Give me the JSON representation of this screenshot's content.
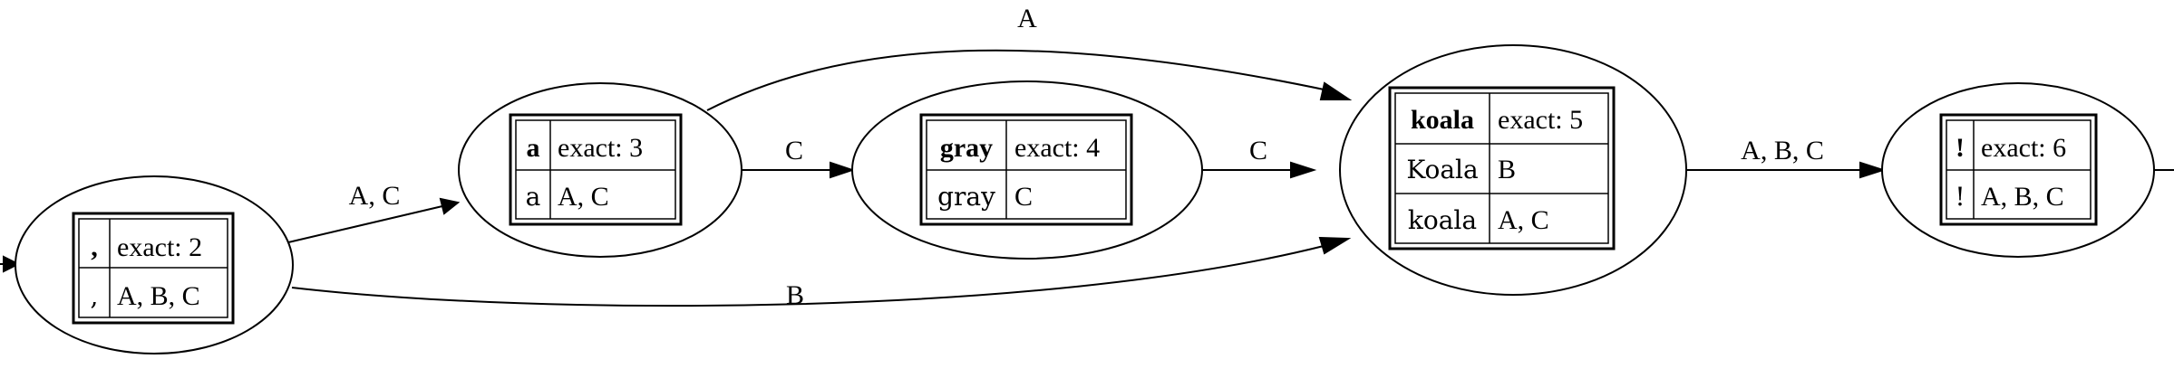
{
  "nodes": [
    {
      "id": "n2",
      "token": ",",
      "exact_label": "exact: 2",
      "variants": [
        {
          "form": ",",
          "witnesses": "A, B, C"
        }
      ]
    },
    {
      "id": "n3",
      "token": "a",
      "exact_label": "exact: 3",
      "variants": [
        {
          "form": "a",
          "witnesses": "A, C"
        }
      ]
    },
    {
      "id": "n4",
      "token": "gray",
      "exact_label": "exact: 4",
      "variants": [
        {
          "form": "gray",
          "witnesses": "C"
        }
      ]
    },
    {
      "id": "n5",
      "token": "koala",
      "exact_label": "exact: 5",
      "variants": [
        {
          "form": "Koala",
          "witnesses": "B"
        },
        {
          "form": "koala",
          "witnesses": "A, C"
        }
      ]
    },
    {
      "id": "n6",
      "token": "!",
      "exact_label": "exact: 6",
      "variants": [
        {
          "form": "!",
          "witnesses": "A, B, C"
        }
      ]
    }
  ],
  "edges": [
    {
      "id": "e-n2-n3",
      "label": "A, C"
    },
    {
      "id": "e-n2-n5",
      "label": "B"
    },
    {
      "id": "e-n3-n4",
      "label": "C"
    },
    {
      "id": "e-n3-n5",
      "label": "A"
    },
    {
      "id": "e-n4-n5",
      "label": "C"
    },
    {
      "id": "e-n5-n6",
      "label": "A, B, C"
    }
  ]
}
